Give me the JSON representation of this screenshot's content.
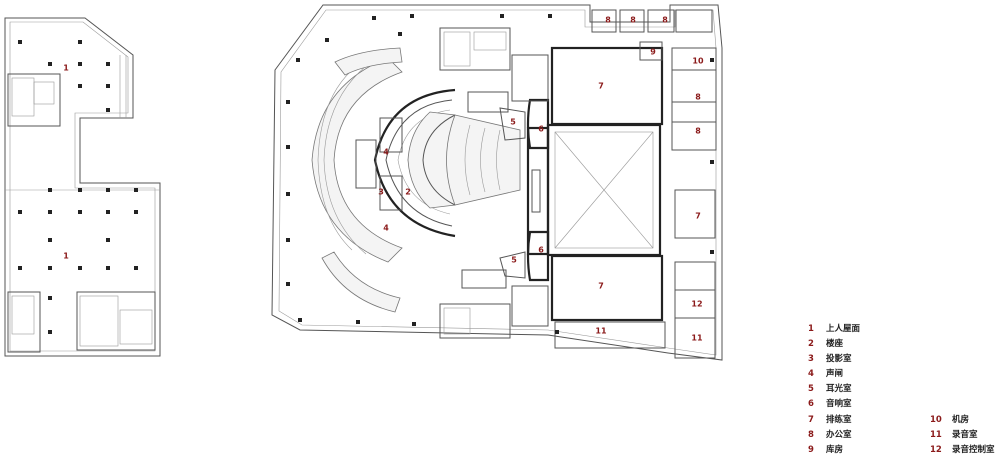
{
  "colors": {
    "label": "#8b1a1a",
    "line": "#555555",
    "bold_line": "#222222"
  },
  "room_labels": {
    "left_roof_upper": "1",
    "left_roof_lower": "1",
    "balcony": "2",
    "projection": "3",
    "sound_lock_top": "4",
    "sound_lock_bottom": "4",
    "ear_light_top": "5",
    "ear_light_bottom": "5",
    "sound_control_top": "6",
    "sound_control_bottom": "6",
    "rehearsal_top": "7",
    "rehearsal_bottom": "7",
    "rehearsal_right": "7",
    "office_a": "8",
    "office_b": "8",
    "office_c": "8",
    "office_d": "8",
    "office_e": "8",
    "storage": "9",
    "machine": "10",
    "recording_right": "11",
    "recording_bottom": "11",
    "recording_control": "12"
  },
  "legend": [
    {
      "num": "1",
      "text": "上人屋面"
    },
    {
      "num": "2",
      "text": "楼座"
    },
    {
      "num": "3",
      "text": "投影室"
    },
    {
      "num": "4",
      "text": "声闸"
    },
    {
      "num": "5",
      "text": "耳光室"
    },
    {
      "num": "6",
      "text": "音响室"
    },
    {
      "num": "7",
      "text": "排练室"
    },
    {
      "num": "8",
      "text": "办公室"
    },
    {
      "num": "9",
      "text": "库房"
    },
    {
      "num": "10",
      "text": "机房"
    },
    {
      "num": "11",
      "text": "录音室"
    },
    {
      "num": "12",
      "text": "录音控制室"
    }
  ]
}
